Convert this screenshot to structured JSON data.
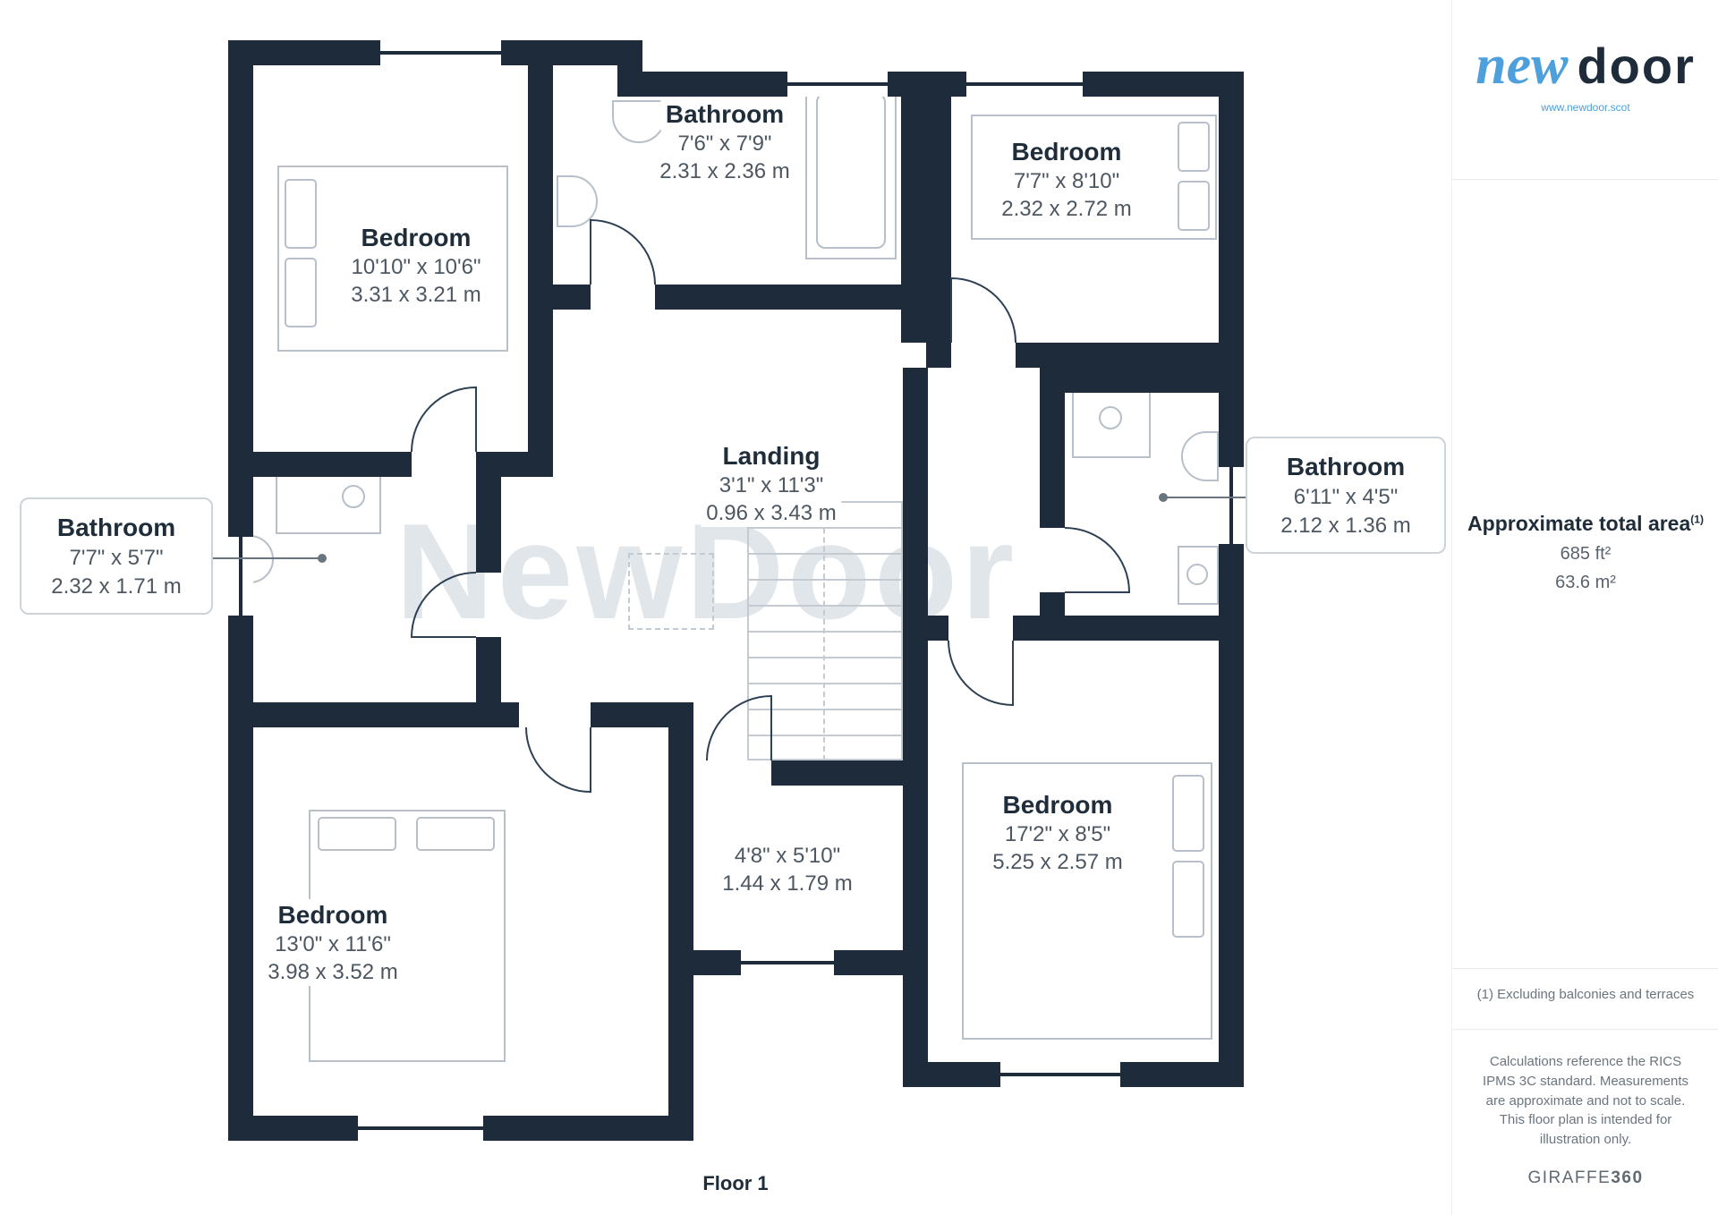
{
  "watermark": "NewDoor",
  "floor_label": "Floor 1",
  "colors": {
    "wall": "#1d2b3a",
    "accent_blue": "#4da0dc",
    "furniture_line": "#b7c0c8"
  },
  "rooms": {
    "bedroom_tl": {
      "name": "Bedroom",
      "imperial": "10'10\" x 10'6\"",
      "metric": "3.31 x 3.21 m"
    },
    "bathroom_top": {
      "name": "Bathroom",
      "imperial": "7'6\" x 7'9\"",
      "metric": "2.31 x 2.36 m"
    },
    "bedroom_tr": {
      "name": "Bedroom",
      "imperial": "7'7\" x 8'10\"",
      "metric": "2.32 x 2.72 m"
    },
    "bathroom_left": {
      "name": "Bathroom",
      "imperial": "7'7\" x 5'7\"",
      "metric": "2.32 x 1.71 m"
    },
    "landing": {
      "name": "Landing",
      "imperial": "3'1\" x 11'3\"",
      "metric": "0.96 x 3.43 m"
    },
    "bathroom_right": {
      "name": "Bathroom",
      "imperial": "6'11\" x 4'5\"",
      "metric": "2.12 x 1.36 m"
    },
    "bedroom_bl": {
      "name": "Bedroom",
      "imperial": "13'0\" x 11'6\"",
      "metric": "3.98 x 3.52 m"
    },
    "store": {
      "imperial": "4'8\" x 5'10\"",
      "metric": "1.44 x 1.79 m"
    },
    "bedroom_br": {
      "name": "Bedroom",
      "imperial": "17'2\" x 8'5\"",
      "metric": "5.25 x 2.57 m"
    }
  },
  "sidebar": {
    "logo_new": "new",
    "logo_door": "door",
    "website": "www.newdoor.scot",
    "area_title": "Approximate total area",
    "area_sup": "(1)",
    "area_ft": "685 ft²",
    "area_m": "63.6 m²",
    "footnote": "(1) Excluding balconies and terraces",
    "disclaimer": "Calculations reference the RICS IPMS 3C standard. Measurements are approximate and not to scale. This floor plan is intended for illustration only.",
    "giraffe": "GIRAFFE",
    "giraffe_num": "360"
  }
}
